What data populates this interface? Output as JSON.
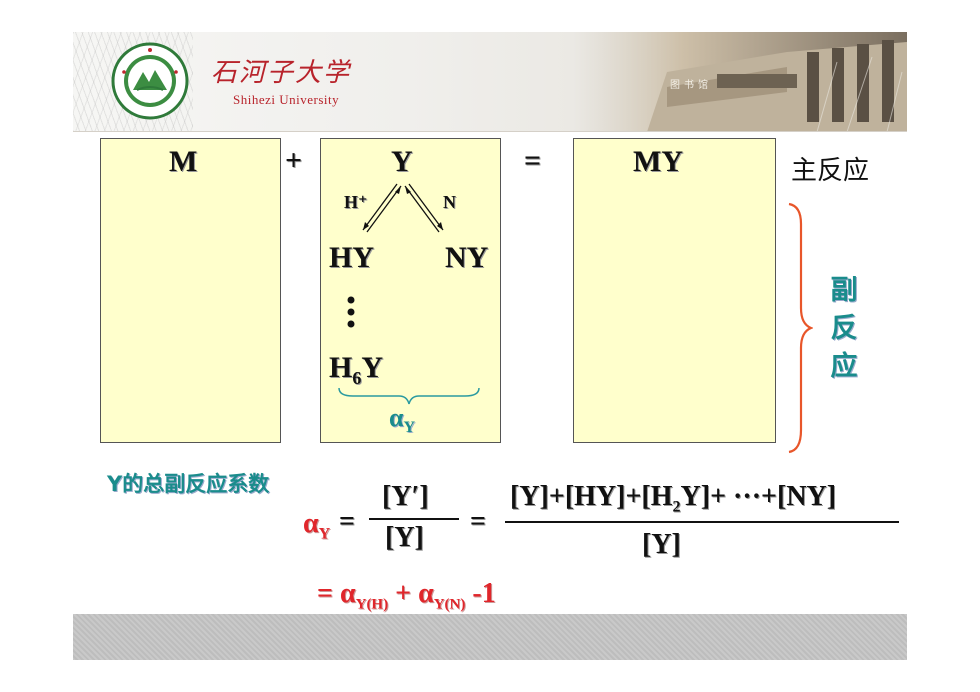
{
  "header": {
    "university_cn": "石河子大学",
    "university_en": "Shihezi University",
    "building_sign": "图书馆"
  },
  "reaction": {
    "M": "M",
    "plus": "+",
    "Y": "Y",
    "equals": "=",
    "MY": "MY",
    "main_reaction_label": "主反应",
    "H_plus": "H⁺",
    "N": "N",
    "HY": "HY",
    "NY": "NY",
    "H6Y_base": "H",
    "H6Y_sub": "6",
    "H6Y_end": "Y",
    "alpha": "α",
    "alpha_sub": "Y",
    "side_reaction_chars": [
      "副",
      "反",
      "应"
    ]
  },
  "formula": {
    "title": "Y的总副反应系数",
    "alpha": "α",
    "alpha_sub": "Y",
    "eq1": "=",
    "num1": "[Y′]",
    "den1": "[Y]",
    "eq2": "=",
    "num2_a": "[Y]+[HY]+[H",
    "num2_sub": "2",
    "num2_b": "Y]+ ···+[NY]",
    "den2": "[Y]",
    "result_eq": "=",
    "result_alpha1": "α",
    "result_sub1": "Y(H)",
    "result_plus": "+",
    "result_alpha2": "α",
    "result_sub2": "Y(N)",
    "result_tail": "-1"
  },
  "colors": {
    "box_fill": "#ffffcc",
    "teal": "#1a8c8c",
    "red": "#e0262b",
    "brace_orange": "#e8562a",
    "brace_teal": "#2a9aa0"
  }
}
